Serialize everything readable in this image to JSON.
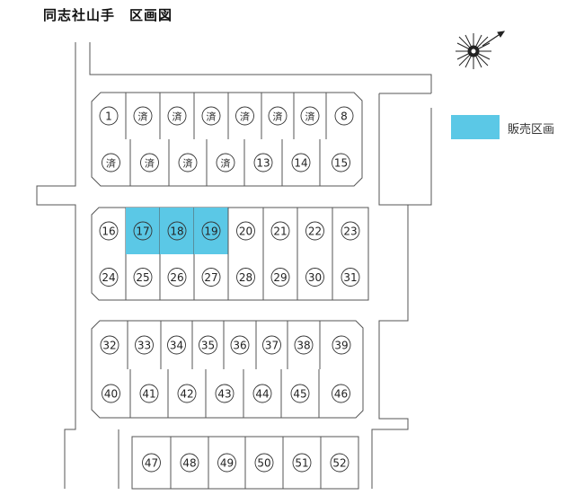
{
  "title": "同志社山手　区画図",
  "legend": {
    "label": "販売区画",
    "color": "#5bc8e6"
  },
  "colors": {
    "on_sale": "#5bc8e6",
    "lot_fill": "#ffffff",
    "outline": "#555555"
  },
  "compass": {
    "icon": "compass-rose-icon"
  },
  "blocks": [
    {
      "name": "block-a",
      "rows": [
        [
          {
            "label": "1",
            "status": "available"
          },
          {
            "label": "済",
            "status": "sold"
          },
          {
            "label": "済",
            "status": "sold"
          },
          {
            "label": "済",
            "status": "sold"
          },
          {
            "label": "済",
            "status": "sold"
          },
          {
            "label": "済",
            "status": "sold"
          },
          {
            "label": "済",
            "status": "sold"
          },
          {
            "label": "8",
            "status": "available"
          }
        ],
        [
          {
            "label": "済",
            "status": "sold"
          },
          {
            "label": "済",
            "status": "sold"
          },
          {
            "label": "済",
            "status": "sold"
          },
          {
            "label": "済",
            "status": "sold"
          },
          {
            "label": "13",
            "status": "available"
          },
          {
            "label": "14",
            "status": "available"
          },
          {
            "label": "15",
            "status": "available"
          }
        ]
      ]
    },
    {
      "name": "block-b",
      "rows": [
        [
          {
            "label": "16",
            "status": "available"
          },
          {
            "label": "17",
            "status": "on_sale"
          },
          {
            "label": "18",
            "status": "on_sale"
          },
          {
            "label": "19",
            "status": "on_sale"
          },
          {
            "label": "20",
            "status": "available"
          },
          {
            "label": "21",
            "status": "available"
          },
          {
            "label": "22",
            "status": "available"
          },
          {
            "label": "23",
            "status": "available"
          }
        ],
        [
          {
            "label": "24",
            "status": "available"
          },
          {
            "label": "25",
            "status": "available"
          },
          {
            "label": "26",
            "status": "available"
          },
          {
            "label": "27",
            "status": "available"
          },
          {
            "label": "28",
            "status": "available"
          },
          {
            "label": "29",
            "status": "available"
          },
          {
            "label": "30",
            "status": "available"
          },
          {
            "label": "31",
            "status": "available"
          }
        ]
      ]
    },
    {
      "name": "block-c",
      "rows": [
        [
          {
            "label": "32",
            "status": "available"
          },
          {
            "label": "33",
            "status": "available"
          },
          {
            "label": "34",
            "status": "available"
          },
          {
            "label": "35",
            "status": "available"
          },
          {
            "label": "36",
            "status": "available"
          },
          {
            "label": "37",
            "status": "available"
          },
          {
            "label": "38",
            "status": "available"
          },
          {
            "label": "39",
            "status": "available"
          }
        ],
        [
          {
            "label": "40",
            "status": "available"
          },
          {
            "label": "41",
            "status": "available"
          },
          {
            "label": "42",
            "status": "available"
          },
          {
            "label": "43",
            "status": "available"
          },
          {
            "label": "44",
            "status": "available"
          },
          {
            "label": "45",
            "status": "available"
          },
          {
            "label": "46",
            "status": "available"
          }
        ]
      ]
    },
    {
      "name": "block-d",
      "rows": [
        [
          {
            "label": "47",
            "status": "available"
          },
          {
            "label": "48",
            "status": "available"
          },
          {
            "label": "49",
            "status": "available"
          },
          {
            "label": "50",
            "status": "available"
          },
          {
            "label": "51",
            "status": "available"
          },
          {
            "label": "52",
            "status": "available"
          }
        ]
      ]
    }
  ]
}
